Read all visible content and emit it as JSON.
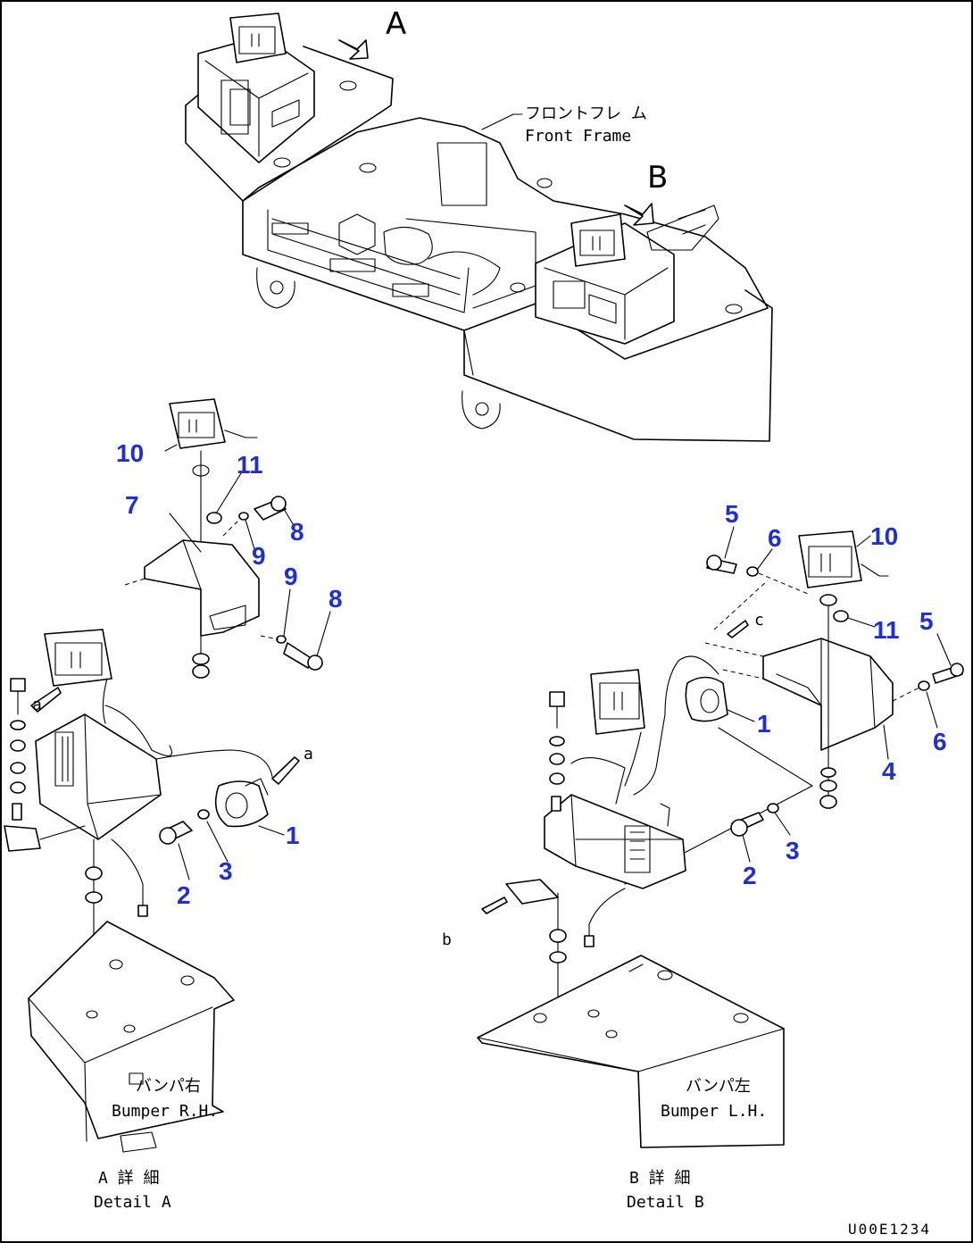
{
  "views": {
    "a_marker": "A",
    "b_marker": "B",
    "arrow_a": "a",
    "arrow_b": "b",
    "arrow_c": "c"
  },
  "labels": {
    "front_frame_jp": "フロントフレ ム",
    "front_frame_en": "Front Frame",
    "bumper_rh_jp": "バンパ右",
    "bumper_rh_en": "Bumper R.H.",
    "bumper_lh_jp": "バンパ左",
    "bumper_lh_en": "Bumper L.H.",
    "detail_a_jp": "A 詳 細",
    "detail_a_en": "Detail A",
    "detail_b_jp": "B 詳 細",
    "detail_b_en": "Detail B",
    "drawing_code": "U00E1234"
  },
  "callouts": {
    "c1a": "1",
    "c2a": "2",
    "c3a": "3",
    "c7": "7",
    "c8a": "8",
    "c8b": "8",
    "c9a": "9",
    "c9b": "9",
    "c10a": "10",
    "c11a": "11",
    "c1b": "1",
    "c2b": "2",
    "c3b": "3",
    "c4": "4",
    "c5a": "5",
    "c5b": "5",
    "c6a": "6",
    "c6b": "6",
    "c10b": "10",
    "c11b": "11"
  },
  "colors": {
    "callout": "#1f2fd1",
    "line": "#000000"
  }
}
